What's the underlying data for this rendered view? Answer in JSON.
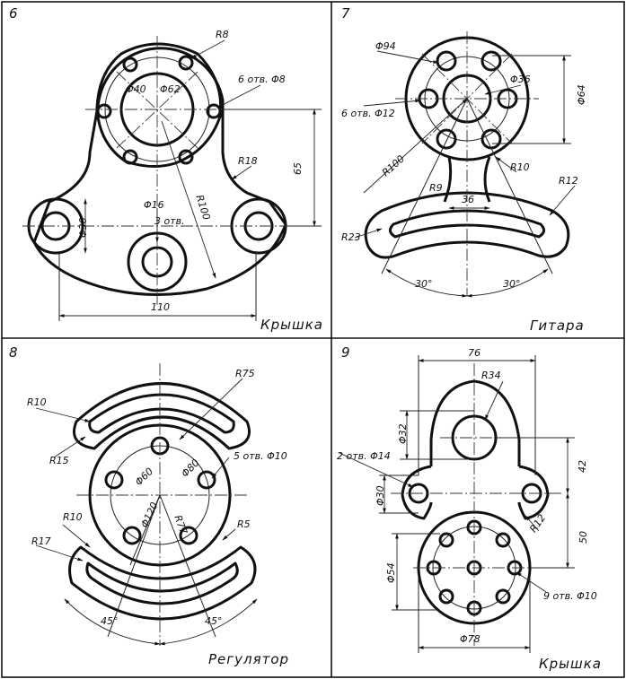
{
  "panels": [
    {
      "number": "6",
      "title": "Крышка",
      "dims": [
        "R8",
        "Φ40",
        "Φ62",
        "6 отв. Φ8",
        "R18",
        "65",
        "Φ16",
        "3 отв.",
        "R100",
        "Φ30",
        "110"
      ]
    },
    {
      "number": "7",
      "title": "Гитара",
      "dims": [
        "Φ94",
        "Φ36",
        "6 отв. Φ12",
        "Φ64",
        "R100",
        "R10",
        "R9",
        "36",
        "R12",
        "R23",
        "30°",
        "30°"
      ]
    },
    {
      "number": "8",
      "title": "Регулятор",
      "dims": [
        "R75",
        "R10",
        "R15",
        "Φ60",
        "Φ80",
        "5 отв. Φ10",
        "Φ120",
        "R77",
        "R10",
        "R17",
        "R5",
        "45°",
        "45°"
      ]
    },
    {
      "number": "9",
      "title": "Крышка",
      "dims": [
        "76",
        "R34",
        "Φ32",
        "2 отв. Φ14",
        "42",
        "Φ30",
        "R12",
        "50",
        "Φ54",
        "9 отв. Φ10",
        "Φ78"
      ]
    }
  ]
}
